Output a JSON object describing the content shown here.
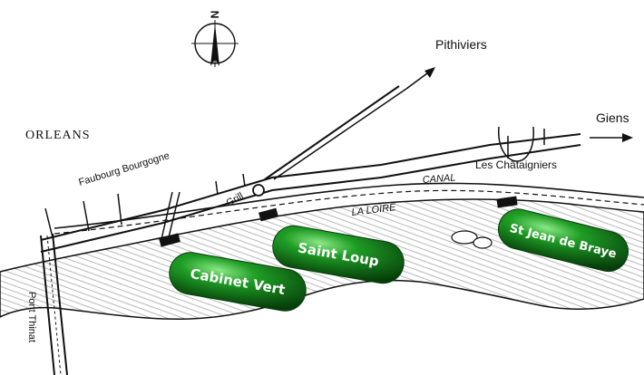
{
  "compass": {
    "north_letter": "N"
  },
  "labels": {
    "city": "ORLEANS",
    "faubourg": "Faubourg Bourgogne",
    "grill": "Grill",
    "canal": "CANAL",
    "river": "LA LOIRE",
    "chataigniers": "Les Châtaigniers",
    "pithiviers": "Pithiviers",
    "giens": "Giens",
    "pont": "Pont Thinat"
  },
  "sites": [
    {
      "label": "Saint Loup"
    },
    {
      "label": "Cabinet Vert"
    },
    {
      "label": "St Jean de Braye"
    }
  ],
  "colors": {
    "pill_dark": "#0a5a10",
    "pill_mid": "#1d9a22",
    "pill_light": "#7fe07a",
    "ink": "#111111"
  }
}
